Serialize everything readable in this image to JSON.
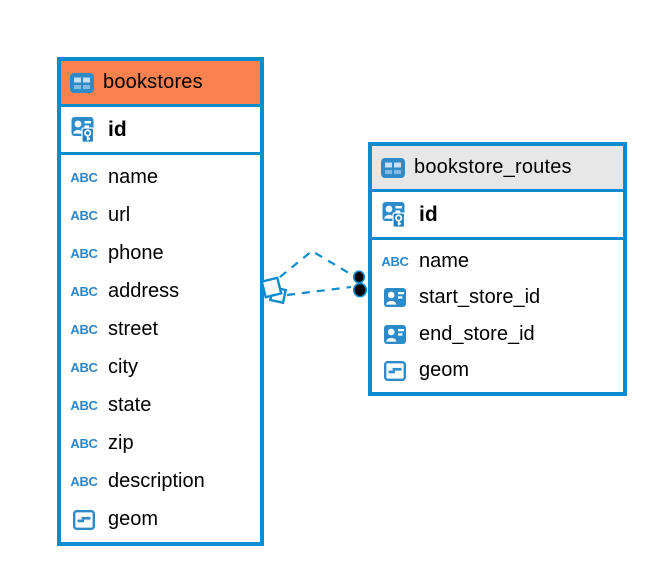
{
  "diagram": {
    "accent_color": "#0d8ccd",
    "background_color": "#ffffff",
    "icon_blue": "#2e8bca",
    "icons": {
      "text_type_glyph": "ABC"
    },
    "tables": [
      {
        "name": "bookstores",
        "header_color": "#f8814e",
        "icon": "table-icon",
        "primary_key": {
          "name": "id",
          "icon": "person-key-icon"
        },
        "columns": [
          {
            "name": "name",
            "icon": "text-type-icon"
          },
          {
            "name": "url",
            "icon": "text-type-icon"
          },
          {
            "name": "phone",
            "icon": "text-type-icon"
          },
          {
            "name": "address",
            "icon": "text-type-icon"
          },
          {
            "name": "street",
            "icon": "text-type-icon"
          },
          {
            "name": "city",
            "icon": "text-type-icon"
          },
          {
            "name": "state",
            "icon": "text-type-icon"
          },
          {
            "name": "zip",
            "icon": "text-type-icon"
          },
          {
            "name": "description",
            "icon": "text-type-icon"
          },
          {
            "name": "geom",
            "icon": "geometry-type-icon"
          }
        ]
      },
      {
        "name": "bookstore_routes",
        "header_color": "#e7e7e7",
        "icon": "table-icon",
        "primary_key": {
          "name": "id",
          "icon": "person-key-icon"
        },
        "columns": [
          {
            "name": "name",
            "icon": "text-type-icon"
          },
          {
            "name": "start_store_id",
            "icon": "person-badge-icon"
          },
          {
            "name": "end_store_id",
            "icon": "person-badge-icon"
          },
          {
            "name": "geom",
            "icon": "geometry-type-icon"
          }
        ]
      }
    ],
    "connector": {
      "style": "dashed",
      "color": "#0d8ccd",
      "line_count": 2,
      "source_marker": "diamond-marker",
      "target_marker": "double-dot-marker"
    }
  }
}
